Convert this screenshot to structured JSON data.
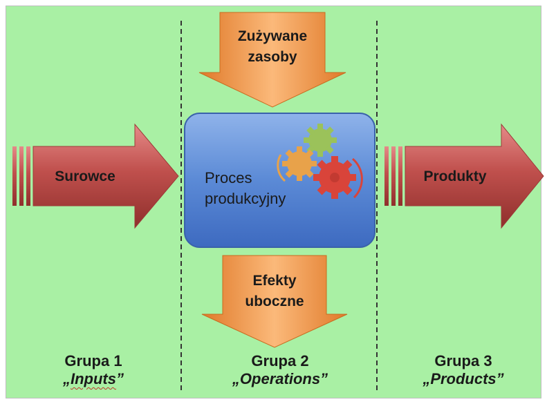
{
  "diagram": {
    "colors": {
      "background": "#a9f0a4",
      "side_arrows": "#c0504d",
      "vertical_arrows": "#f79646",
      "process_box": "#5b8ad6",
      "divider": "#333333"
    },
    "top_arrow": {
      "line1": "Zużywane",
      "line2": "zasoby"
    },
    "bottom_arrow": {
      "line1": "Efekty",
      "line2": "uboczne"
    },
    "left_arrow": {
      "label": "Surowce"
    },
    "right_arrow": {
      "label": "Produkty"
    },
    "process": {
      "line1": "Proces",
      "line2": "produkcyjny",
      "icon": "gears-icon"
    },
    "groups": [
      {
        "title": "Grupa 1",
        "subtitle_open": "„",
        "subtitle_word": "Inputs",
        "subtitle_close": "”"
      },
      {
        "title": "Grupa 2",
        "subtitle": "„Operations”"
      },
      {
        "title": "Grupa 3",
        "subtitle": "„Products”"
      }
    ]
  }
}
